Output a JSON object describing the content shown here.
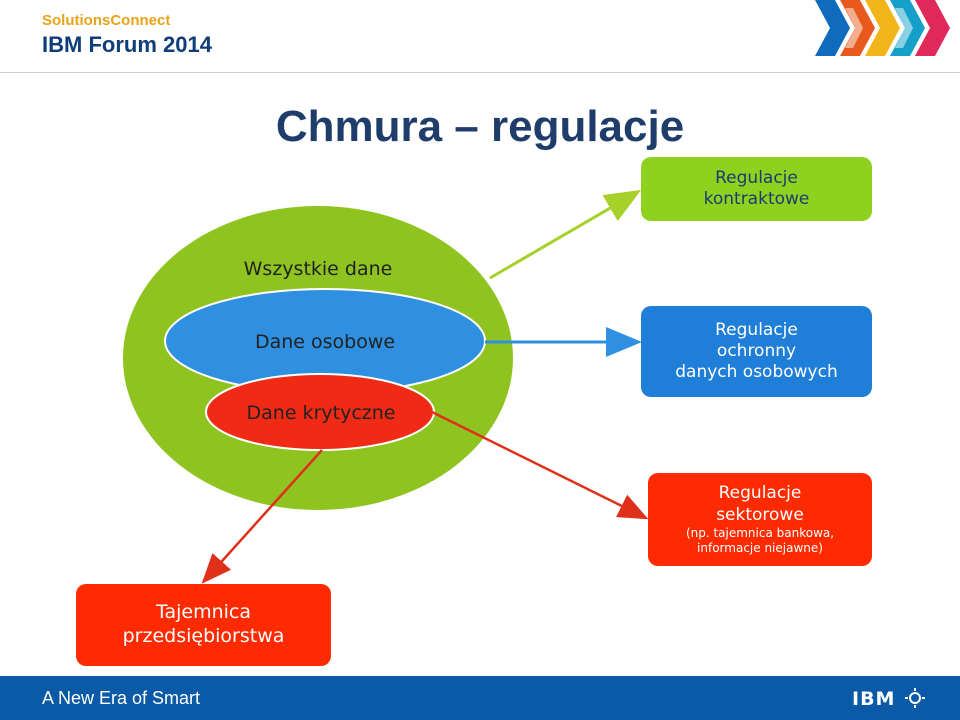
{
  "header": {
    "brand_top": "SolutionsConnect",
    "brand_main": "IBM Forum 2014"
  },
  "title": "Chmura – regulacje",
  "diagram": {
    "outer_circle_label": "Wszystkie dane",
    "personal_label": "Dane osobowe",
    "critical_label": "Dane krytyczne",
    "boxes": {
      "contract": [
        "Regulacje",
        "kontraktowe"
      ],
      "personal": [
        "Regulacje",
        "ochronny",
        "danych osobowych"
      ],
      "sector": [
        "Regulacje",
        "sektorowe"
      ],
      "sector_note": [
        "(np. tajemnica bankowa,",
        "informacje niejawne)"
      ],
      "trade_secret": [
        "Tajemnica",
        "przedsiębiorstwa"
      ]
    },
    "colors": {
      "outer_circle": "#8fc31f",
      "personal_ellipse": "#2f8fe0",
      "critical_ellipse": "#f02a14",
      "box_green": "#8fd11f",
      "box_blue": "#1f7ed8",
      "box_red": "#ff2a00",
      "arrow_green": "#a6d02a",
      "arrow_blue": "#2f8fe0",
      "arrow_red": "#e0301a"
    }
  },
  "footer": {
    "text": "A New Era of Smart",
    "logo": "IBM"
  }
}
